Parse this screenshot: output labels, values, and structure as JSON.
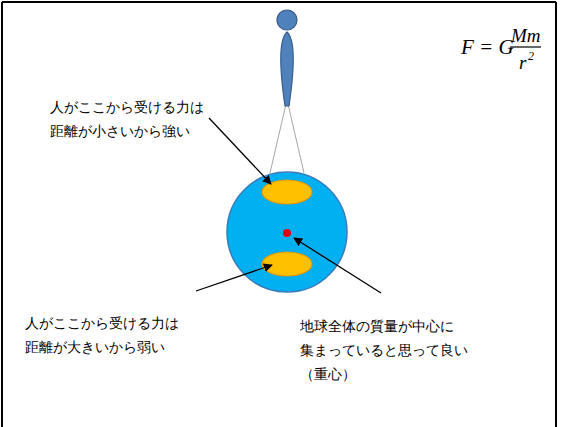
{
  "diagram": {
    "labels": [
      "F = G",
      "Mm",
      "r",
      "2",
      "人がここから受ける力は 距離が小さいから強い",
      "人がここから受ける力は 距離が大きいから弱い",
      "地球全体の質量が中心に 集まっていると思って良い （重心）"
    ]
  }
}
